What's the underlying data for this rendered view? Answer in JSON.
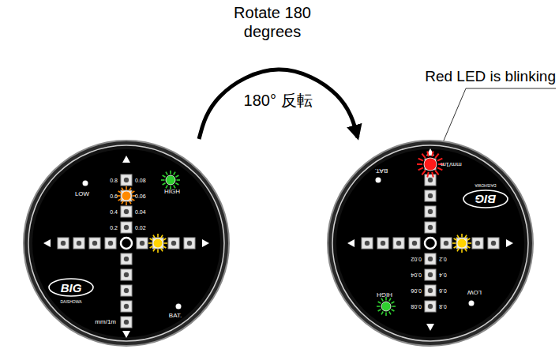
{
  "diagram": {
    "nodes": [
      {
        "text": [
          "LOW",
          "0.8",
          "0.08",
          "HIGH",
          "0.6",
          "0.06",
          "0.4",
          "0.04",
          "0.2",
          "0.02",
          "BIG",
          "DAISHOWA",
          "mm/1m",
          "BAT."
        ]
      },
      {
        "text": [
          "LOW",
          "0.8",
          "0.08",
          "HIGH",
          "0.6",
          "0.06",
          "0.4",
          "0.04",
          "0.2",
          "0.02",
          "BIG",
          "DAISHOWA",
          "mm/1m",
          "BAT."
        ]
      }
    ],
    "edges": [
      {
        "from": 0,
        "to": 1,
        "arrow": "to",
        "label": "180° 反転"
      }
    ],
    "labels": [
      "Rotate 180 degrees",
      "Red LED is blinking"
    ]
  }
}
